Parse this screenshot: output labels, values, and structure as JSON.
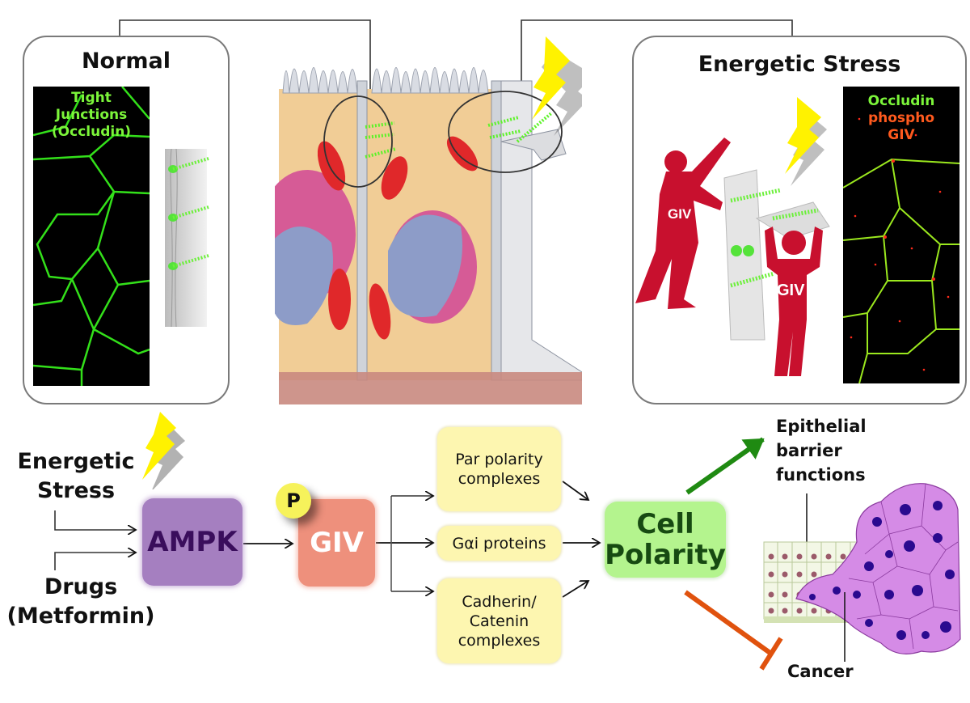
{
  "panels": {
    "normal": {
      "title": "Normal",
      "micrograph_label": [
        "Tight",
        "Junctions",
        "(Occludin)"
      ],
      "micrograph_label_color": "#7cf53a"
    },
    "stress": {
      "title": "Energetic Stress",
      "micrograph_label": [
        {
          "text": "Occludin",
          "color": "#7cf53a"
        },
        {
          "text": "phospho",
          "color": "#ff5a1e"
        },
        {
          "text": "GIV",
          "color": "#ff5a1e"
        }
      ],
      "figure_labels": [
        "GIV",
        "GIV"
      ]
    }
  },
  "pathway": {
    "inputs": {
      "stress": [
        "Energetic",
        "Stress"
      ],
      "drugs": [
        "Drugs",
        "(Metformin)"
      ]
    },
    "ampk": "AMPK",
    "phospho_badge": "P",
    "giv": "GIV",
    "effectors": [
      [
        "Par polarity",
        "complexes"
      ],
      [
        "Gαi proteins"
      ],
      [
        "Cadherin/",
        "Catenin",
        "complexes"
      ]
    ],
    "outcome": [
      "Cell",
      "Polarity"
    ],
    "promotes": [
      "Epithelial",
      "barrier",
      "functions"
    ],
    "inhibits": "Cancer"
  },
  "colors": {
    "ampk": "#a57fc0",
    "giv": "#ee907c",
    "effector": "#fdf6b0",
    "polarity": "#b4f48e",
    "promote_arrow": "#1f8a12",
    "inhibit_arrow": "#e0520e",
    "lightning": "#fff200",
    "giv_figure": "#c8102e",
    "cancer_cell": "#d58be6",
    "cancer_nucleus": "#2a0a8f"
  }
}
